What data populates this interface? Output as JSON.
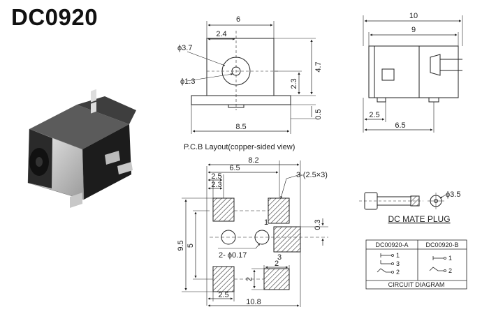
{
  "title": "DC0920",
  "top_view": {
    "dim_width": "6",
    "dim_offset": "2.4",
    "dim_dia_large": "ϕ3.7",
    "dim_dia_small": "ϕ1.3",
    "dim_height_total": "4.7",
    "dim_height_center": "2.3",
    "dim_base": "0.5",
    "dim_length": "8.5"
  },
  "side_view": {
    "dim_length_total": "10",
    "dim_length_body": "9",
    "dim_pin_offset": "2.5",
    "dim_pin_span": "6.5"
  },
  "pcb": {
    "caption": "P.C.B Layout(copper-sided view)",
    "dim_8_2": "8.2",
    "dim_6_5": "6.5",
    "dim_2_5_top": "2.5",
    "dim_2_3": "2.3",
    "dim_slots": "3-(2.5×3)",
    "dim_9_5": "9.5",
    "dim_5": "5",
    "dim_0_3": "0.3",
    "dim_holes": "2- ϕ0.17",
    "dim_2_right": "2",
    "dim_2_left": "2",
    "dim_2_5_bottom": "2.5",
    "dim_10_8": "10.8",
    "pin_1": "1",
    "pin_3": "3"
  },
  "plug": {
    "dim_dia": "ϕ3.5",
    "caption": "DC MATE PLUG"
  },
  "circuit": {
    "col_a": "DC00920-A",
    "col_b": "DC00920-B",
    "caption": "CIRCUIT DIAGRAM",
    "a_pin1": "1",
    "a_pin3": "3",
    "a_pin2": "2",
    "b_pin1": "1",
    "b_pin2": "2"
  }
}
